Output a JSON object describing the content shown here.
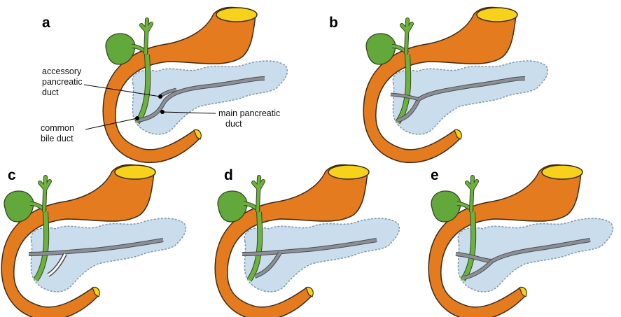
{
  "panels": [
    {
      "label": "a",
      "variant": "a"
    },
    {
      "label": "b",
      "variant": "b"
    },
    {
      "label": "c",
      "variant": "c"
    },
    {
      "label": "d",
      "variant": "d"
    },
    {
      "label": "e",
      "variant": "e"
    }
  ],
  "callouts": {
    "accessory": [
      "accessory",
      "pancreatic",
      "duct"
    ],
    "main": [
      "main pancreatic",
      "duct"
    ],
    "common": [
      "common",
      "bile duct"
    ]
  },
  "colors": {
    "duodenum": "#E47B1E",
    "stomach_lumen": "#F6D21B",
    "pancreas": "#C9DDED",
    "pancreas_outline": "#7F97AC",
    "bile_duct": "#6EB13F",
    "gallbladder": "#62A83A",
    "duct": "#8C8F94",
    "outline": "#3a2a18"
  }
}
